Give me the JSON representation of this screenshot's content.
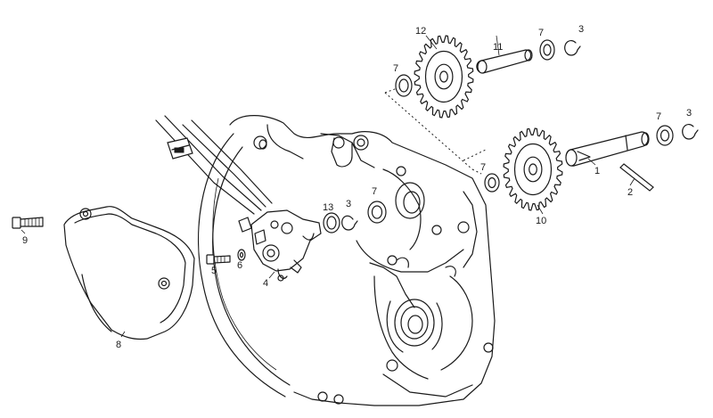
{
  "callouts": [
    {
      "id": "1",
      "text": "1"
    },
    {
      "id": "2",
      "text": "2"
    },
    {
      "id": "3a",
      "text": "3"
    },
    {
      "id": "3b",
      "text": "3"
    },
    {
      "id": "3c",
      "text": "3"
    },
    {
      "id": "4",
      "text": "4"
    },
    {
      "id": "5",
      "text": "5"
    },
    {
      "id": "6",
      "text": "6"
    },
    {
      "id": "7a",
      "text": "7"
    },
    {
      "id": "7b",
      "text": "7"
    },
    {
      "id": "7c",
      "text": "7"
    },
    {
      "id": "7d",
      "text": "7"
    },
    {
      "id": "7e",
      "text": "7"
    },
    {
      "id": "8",
      "text": "8"
    },
    {
      "id": "9",
      "text": "9"
    },
    {
      "id": "10",
      "text": "10"
    },
    {
      "id": "11",
      "text": "11"
    },
    {
      "id": "12",
      "text": "12"
    },
    {
      "id": "13",
      "text": "13"
    }
  ]
}
